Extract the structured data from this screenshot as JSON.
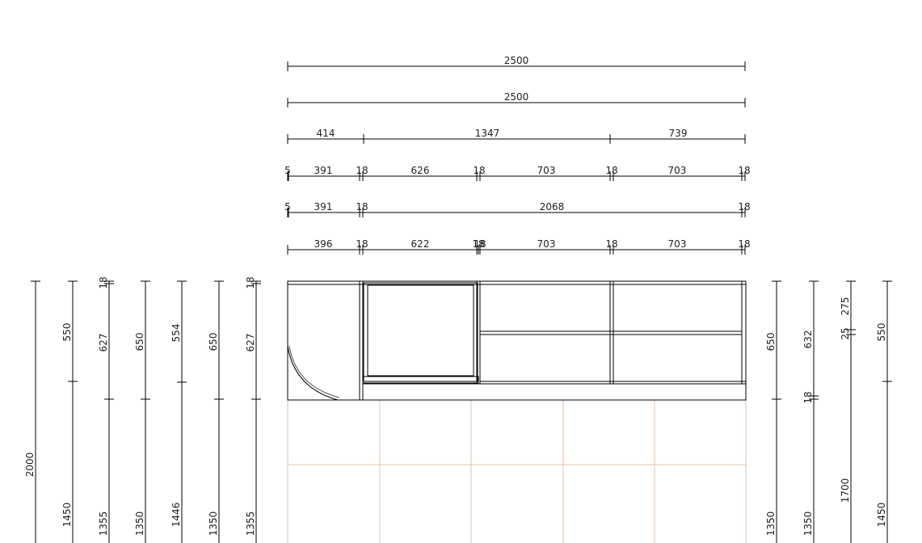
{
  "drawing": {
    "title": "",
    "colors": {
      "line": "#000000",
      "grid": "#e6c2ac",
      "background": "#ffffff"
    },
    "horizontal_dimensions": [
      {
        "row": 1,
        "segments": [
          "2500"
        ]
      },
      {
        "row": 2,
        "segments": [
          "2500"
        ]
      },
      {
        "row": 3,
        "segments": [
          "414",
          "1347",
          "739"
        ]
      },
      {
        "row": 4,
        "segments": [
          "5",
          "391",
          "18",
          "626",
          "18",
          "703",
          "18",
          "703",
          "18"
        ]
      },
      {
        "row": 5,
        "segments": [
          "5",
          "391",
          "18",
          "2068",
          "18"
        ]
      },
      {
        "row": 6,
        "segments": [
          "396",
          "18",
          "622",
          "18",
          "18",
          "703",
          "18",
          "703",
          "18"
        ]
      }
    ],
    "vertical_dimensions_left": [
      {
        "col": 1,
        "labels": [
          "2000"
        ]
      },
      {
        "col": 2,
        "labels": [
          "550",
          "1450"
        ]
      },
      {
        "col": 3,
        "labels": [
          "18",
          "627",
          "1355"
        ]
      },
      {
        "col": 4,
        "labels": [
          "650",
          "1350"
        ]
      },
      {
        "col": 5,
        "labels": [
          "554",
          "1446"
        ]
      },
      {
        "col": 6,
        "labels": [
          "650",
          "1350"
        ]
      },
      {
        "col": 7,
        "labels": [
          "18",
          "627",
          "1355"
        ]
      }
    ],
    "vertical_dimensions_right": [
      {
        "col": 1,
        "labels": [
          "650",
          "1350"
        ]
      },
      {
        "col": 2,
        "labels": [
          "632",
          "18",
          "1350"
        ]
      },
      {
        "col": 3,
        "labels": [
          "275",
          "25",
          "1700"
        ]
      },
      {
        "col": 4,
        "labels": [
          "550",
          "1450"
        ]
      }
    ]
  }
}
